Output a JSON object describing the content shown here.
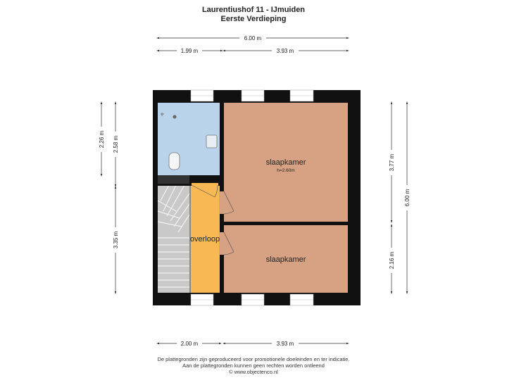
{
  "header": {
    "title": "Laurentiushof 11 - IJmuiden",
    "subtitle": "Eerste Verdieping"
  },
  "dimensions": {
    "top_total": "6.00 m",
    "top_left": "1.99 m",
    "top_right": "3.93 m",
    "bottom_left": "2.00 m",
    "bottom_right": "3.93 m",
    "left_a": "2.26 m",
    "left_b": "2.58 m",
    "left_c": "3.35 m",
    "right_a": "3.77 m",
    "right_b": "2.16 m",
    "right_total": "6.00 m"
  },
  "rooms": {
    "bedroom_top": {
      "label": "slaapkamer",
      "height": "h=2.60m"
    },
    "bedroom_bottom": {
      "label": "slaapkamer"
    },
    "landing": {
      "label": "overloop"
    }
  },
  "footer": {
    "line1": "De plattegronden zijn geproduceerd voor promotionele doeleinden en ter indicatie.",
    "line2": "Aan de plattegronden kunnen geen rechten worden ontleend",
    "line3": "© www.objectenco.nl"
  },
  "colors": {
    "wall": "#111111",
    "bathroom": "#b9d3ea",
    "bedroom": "#d7a283",
    "landing": "#f8b955",
    "stairs": "#cfcfcf"
  }
}
